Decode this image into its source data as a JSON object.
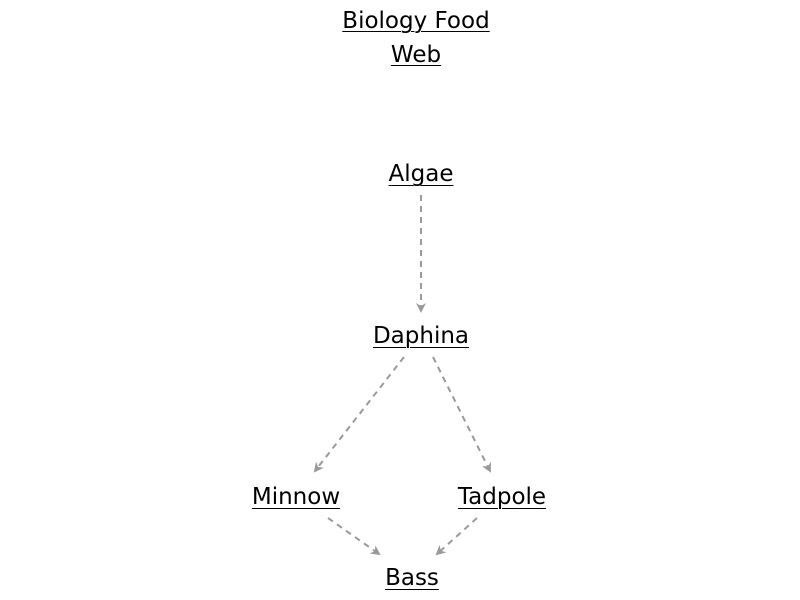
{
  "title": {
    "line1": "Biology Food",
    "line2": "Web"
  },
  "nodes": {
    "algae": "Algae",
    "daphina": "Daphina",
    "minnow": "Minnow",
    "tadpole": "Tadpole",
    "bass": "Bass"
  },
  "edges": [
    {
      "from": "Algae",
      "to": "Daphina"
    },
    {
      "from": "Daphina",
      "to": "Minnow"
    },
    {
      "from": "Daphina",
      "to": "Tadpole"
    },
    {
      "from": "Minnow",
      "to": "Bass"
    },
    {
      "from": "Tadpole",
      "to": "Bass"
    }
  ],
  "colors": {
    "edge": "#9a9a9a",
    "text": "#000000"
  }
}
